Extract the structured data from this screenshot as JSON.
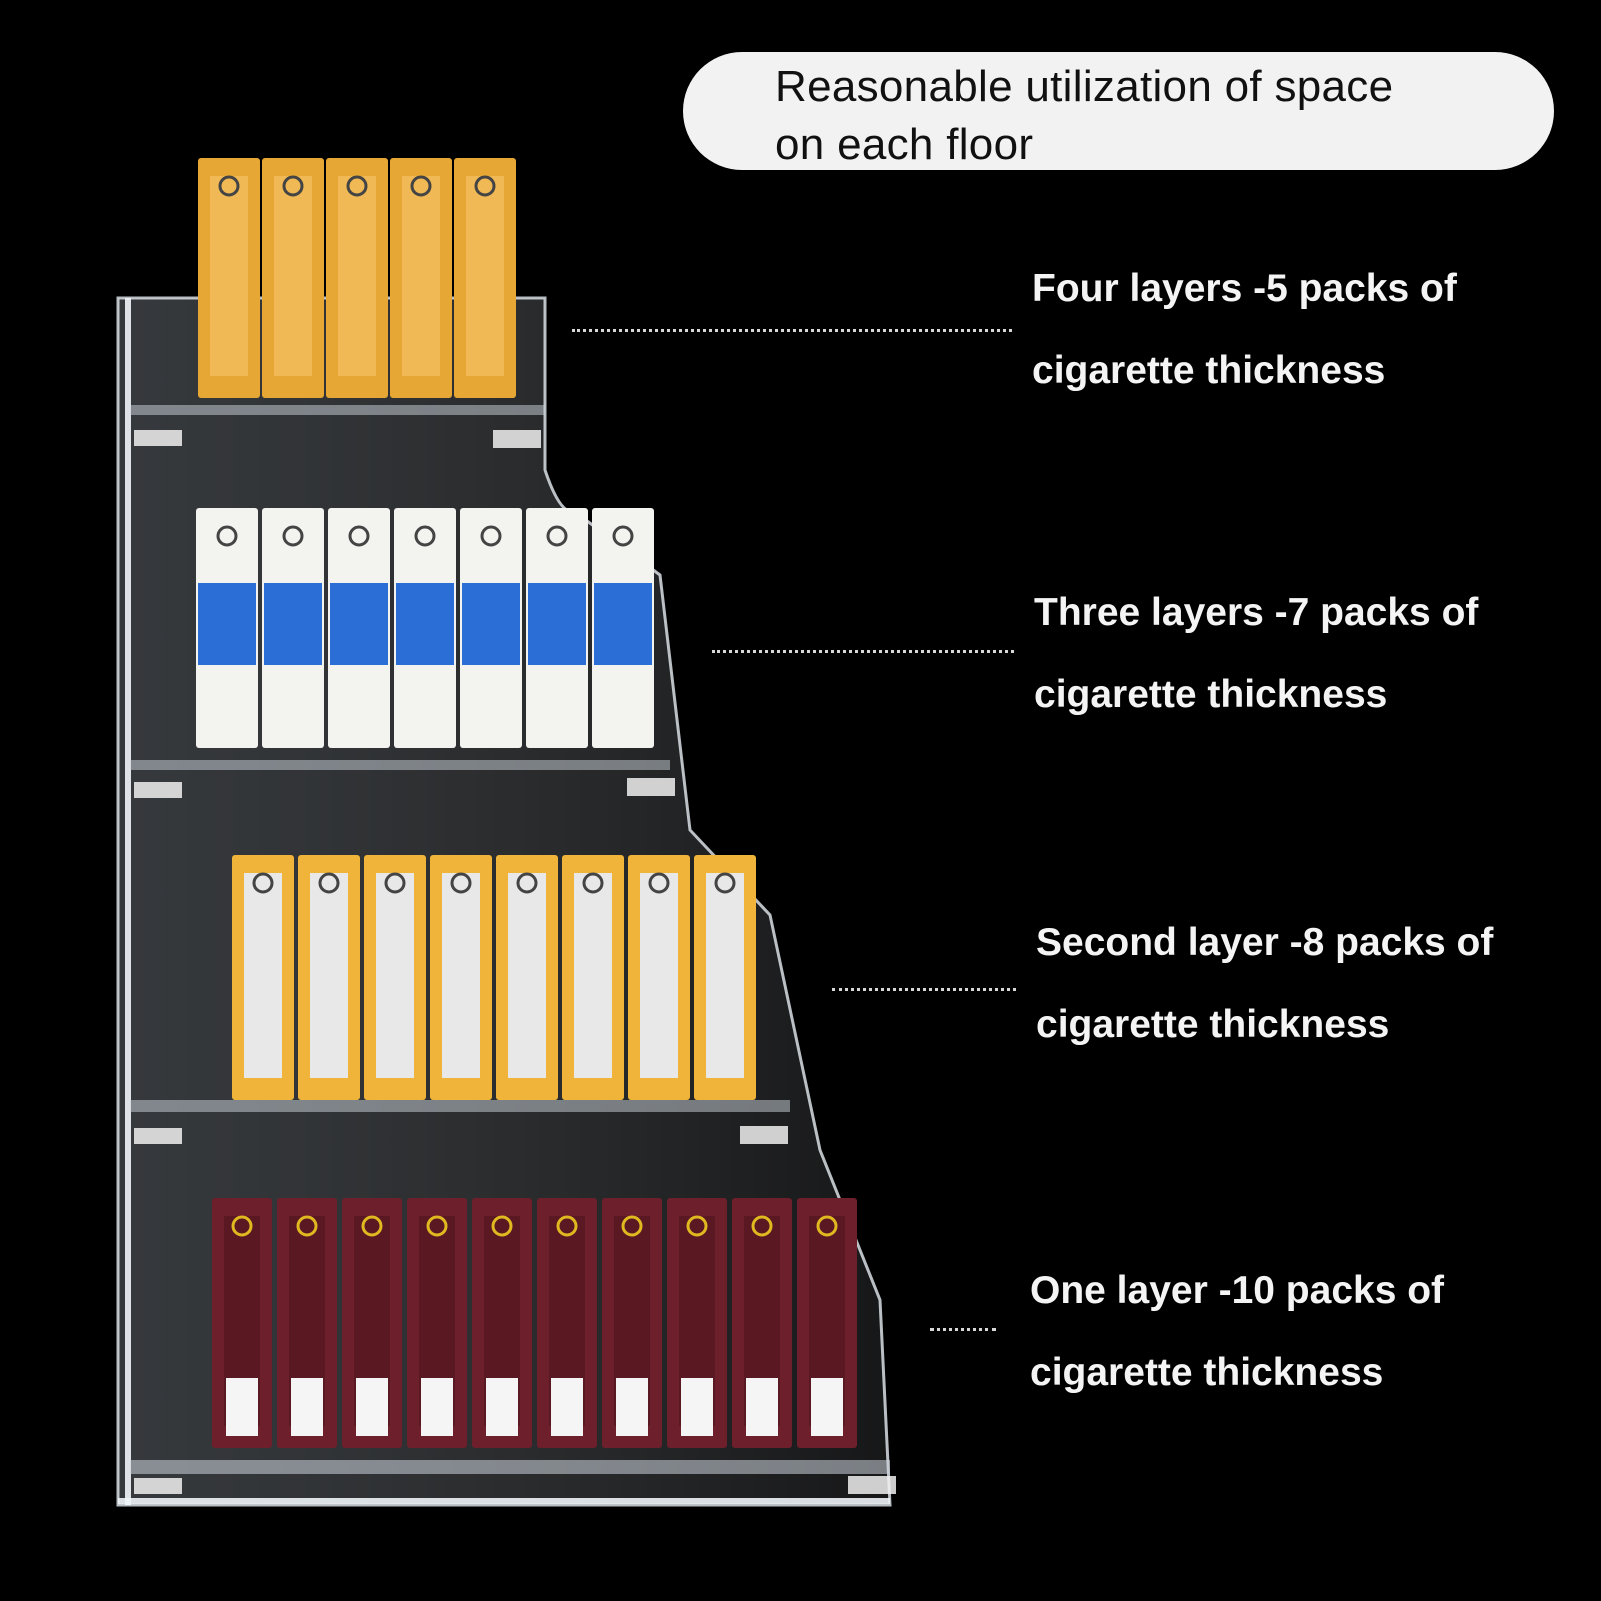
{
  "banner": {
    "line1": "Reasonable utilization of space",
    "line2": "on each floor"
  },
  "tiers": [
    {
      "line1": "Four layers -5 packs of",
      "line2": "cigarette thickness",
      "packs": 5,
      "color": "#e6a734"
    },
    {
      "line1": "Three layers -7 packs of",
      "line2": "cigarette thickness",
      "packs": 7,
      "color": "#2b6fd6"
    },
    {
      "line1": "Second layer -8 packs of",
      "line2": "cigarette thickness",
      "packs": 8,
      "color": "#f0b43a"
    },
    {
      "line1": "One layer -10 packs of",
      "line2": "cigarette thickness",
      "packs": 10,
      "color": "#6d1f2c"
    }
  ],
  "colors": {
    "background": "#000000",
    "banner": "#f2f2f2",
    "acrylic": "#dfe6ee"
  }
}
